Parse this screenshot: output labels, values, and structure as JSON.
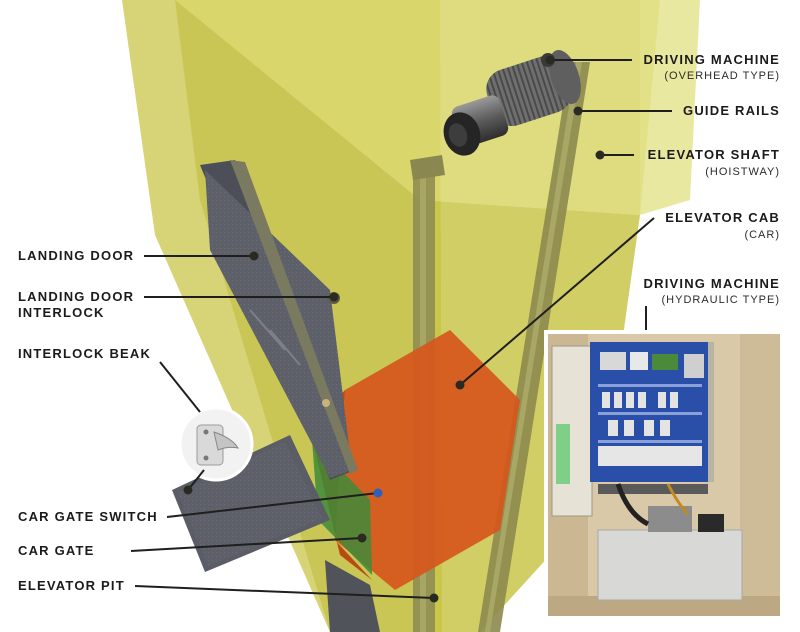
{
  "labels": {
    "driving_machine_overhead": {
      "title": "DRIVING MACHINE",
      "subtitle": "(OVERHEAD TYPE)"
    },
    "guide_rails": {
      "title": "GUIDE RAILS"
    },
    "elevator_shaft": {
      "title": "ELEVATOR SHAFT",
      "subtitle": "(HOISTWAY)"
    },
    "elevator_cab": {
      "title": "ELEVATOR CAB",
      "subtitle": "(CAR)"
    },
    "driving_machine_hydraulic": {
      "title": "DRIVING MACHINE",
      "subtitle": "(HYDRAULIC TYPE)"
    },
    "landing_door": {
      "title": "LANDING DOOR"
    },
    "landing_door_interlock": {
      "title_line1": "LANDING DOOR",
      "title_line2": "INTERLOCK"
    },
    "interlock_beak": {
      "title": "INTERLOCK BEAK"
    },
    "car_gate_switch": {
      "title": "CAR GATE SWITCH"
    },
    "car_gate": {
      "title": "CAR GATE"
    },
    "elevator_pit": {
      "title": "ELEVATOR PIT"
    }
  },
  "colors": {
    "shaft": "#cfcc3c",
    "cab": "#d8541a",
    "door": "#5b5e66",
    "leader": "#1f1f1f",
    "dot": "#3a3a2a"
  }
}
